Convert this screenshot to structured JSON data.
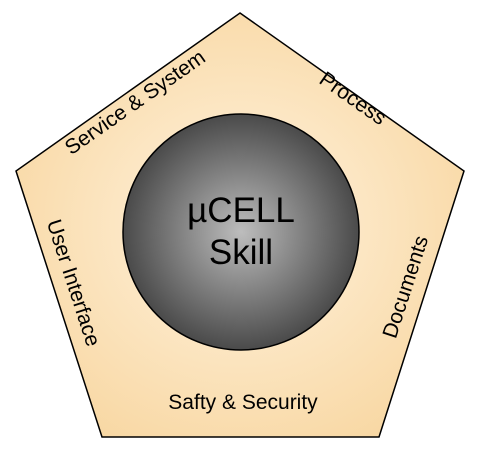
{
  "diagram": {
    "core": {
      "line1": "µCELL",
      "line2": "Skill"
    },
    "sides": {
      "top_left": "Service & System",
      "top_right": "Process",
      "right": "Documents",
      "bottom": "Safty & Security",
      "left": "User Interface"
    }
  },
  "colors": {
    "pentagon_fill_light": "#fff3df",
    "pentagon_fill_dark": "#f8d7a2",
    "pentagon_stroke": "#000000",
    "core_fill_light": "#bdbdbd",
    "core_fill_dark": "#4a4a4a",
    "core_stroke": "#000000",
    "text": "#000000"
  }
}
